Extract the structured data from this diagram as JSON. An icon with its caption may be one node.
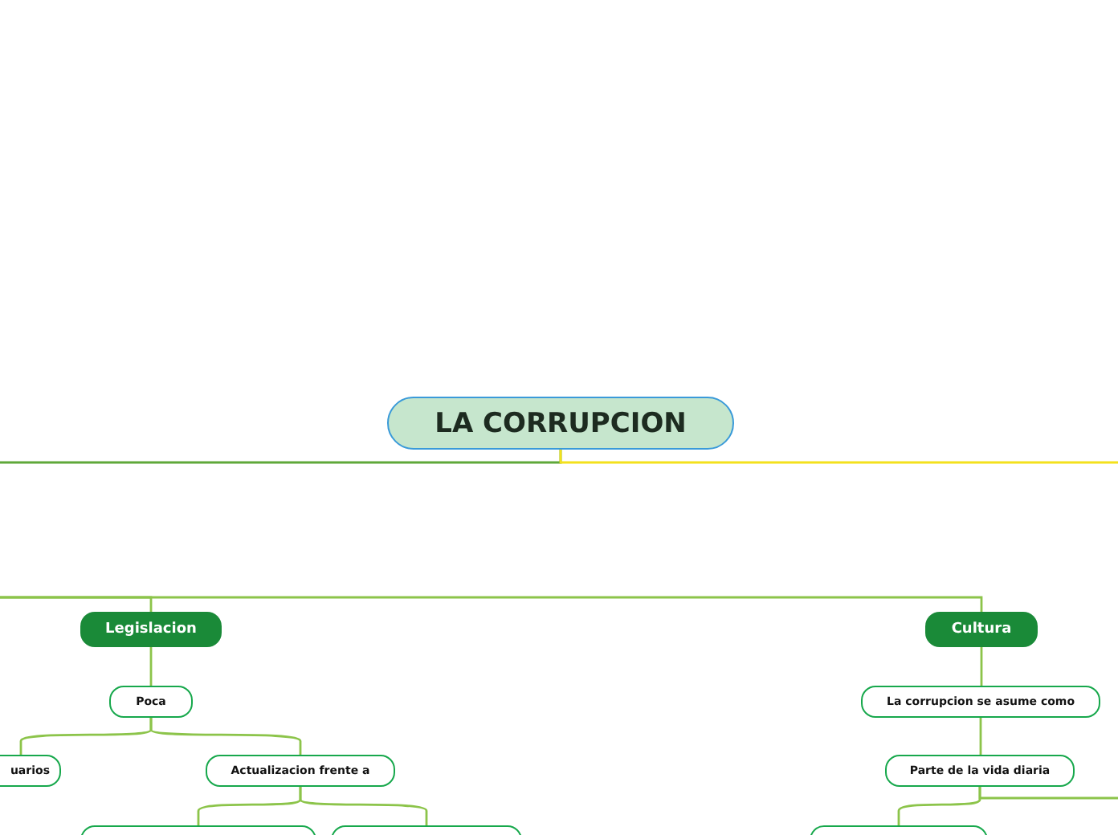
{
  "diagram": {
    "nodes": [
      {
        "text": [
          "LA CORRUPCION"
        ]
      },
      {
        "text": [
          "Legislacion"
        ]
      },
      {
        "text": [
          "Cultura"
        ]
      },
      {
        "text": [
          "Poca"
        ]
      },
      {
        "text": [
          "uarios"
        ]
      },
      {
        "text": [
          "Actualizacion frente a"
        ]
      },
      {
        "text": [
          "La corrupcion se asume como"
        ]
      },
      {
        "text": [
          "Parte de la vida diaria"
        ]
      },
      {
        "text": [],
        "shape": "box"
      },
      {
        "text": [],
        "shape": "box"
      },
      {
        "text": [],
        "shape": "box"
      }
    ],
    "edges": [
      {
        "from": 0,
        "to": null,
        "arrow": "none",
        "color": "#5fa83a"
      },
      {
        "from": 0,
        "to": null,
        "arrow": "none",
        "color": "#f4e11c"
      },
      {
        "from": null,
        "to": 1,
        "arrow": "none"
      },
      {
        "from": null,
        "to": 2,
        "arrow": "none"
      },
      {
        "from": 1,
        "to": 3,
        "arrow": "none"
      },
      {
        "from": 3,
        "to": 4,
        "arrow": "none"
      },
      {
        "from": 3,
        "to": 5,
        "arrow": "none"
      },
      {
        "from": 5,
        "to": 8,
        "arrow": "none"
      },
      {
        "from": 5,
        "to": 9,
        "arrow": "none"
      },
      {
        "from": 2,
        "to": 6,
        "arrow": "none"
      },
      {
        "from": 6,
        "to": 7,
        "arrow": "none"
      },
      {
        "from": 7,
        "to": 10,
        "arrow": "none"
      },
      {
        "from": 7,
        "to": null,
        "arrow": "none"
      }
    ]
  }
}
